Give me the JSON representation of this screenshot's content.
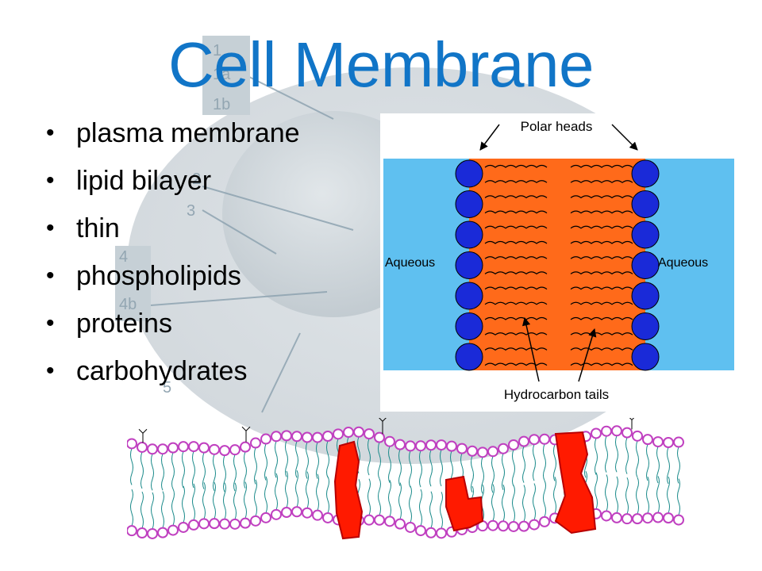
{
  "slide": {
    "title": "Cell Membrane",
    "bullets": [
      "plasma membrane",
      "lipid bilayer",
      "thin",
      "phospholipids",
      "proteins",
      "carbohydrates"
    ]
  },
  "background_cell": {
    "labels": [
      "1",
      "1a",
      "1b",
      "2",
      "3",
      "4",
      "4b",
      "5"
    ]
  },
  "bilayer_diagram": {
    "top_label": "Polar heads",
    "left_label": "Aqueous",
    "right_label": "Aqueous",
    "bottom_label": "Hydrocarbon tails",
    "colors": {
      "water": "#5fc0f0",
      "tails": "#ff6a1a",
      "heads": "#1a2ad8"
    }
  },
  "membrane_strip": {
    "colors": {
      "heads": "#c040c0",
      "tails": "#1a8a8a",
      "proteins": "#ff1a00"
    }
  }
}
